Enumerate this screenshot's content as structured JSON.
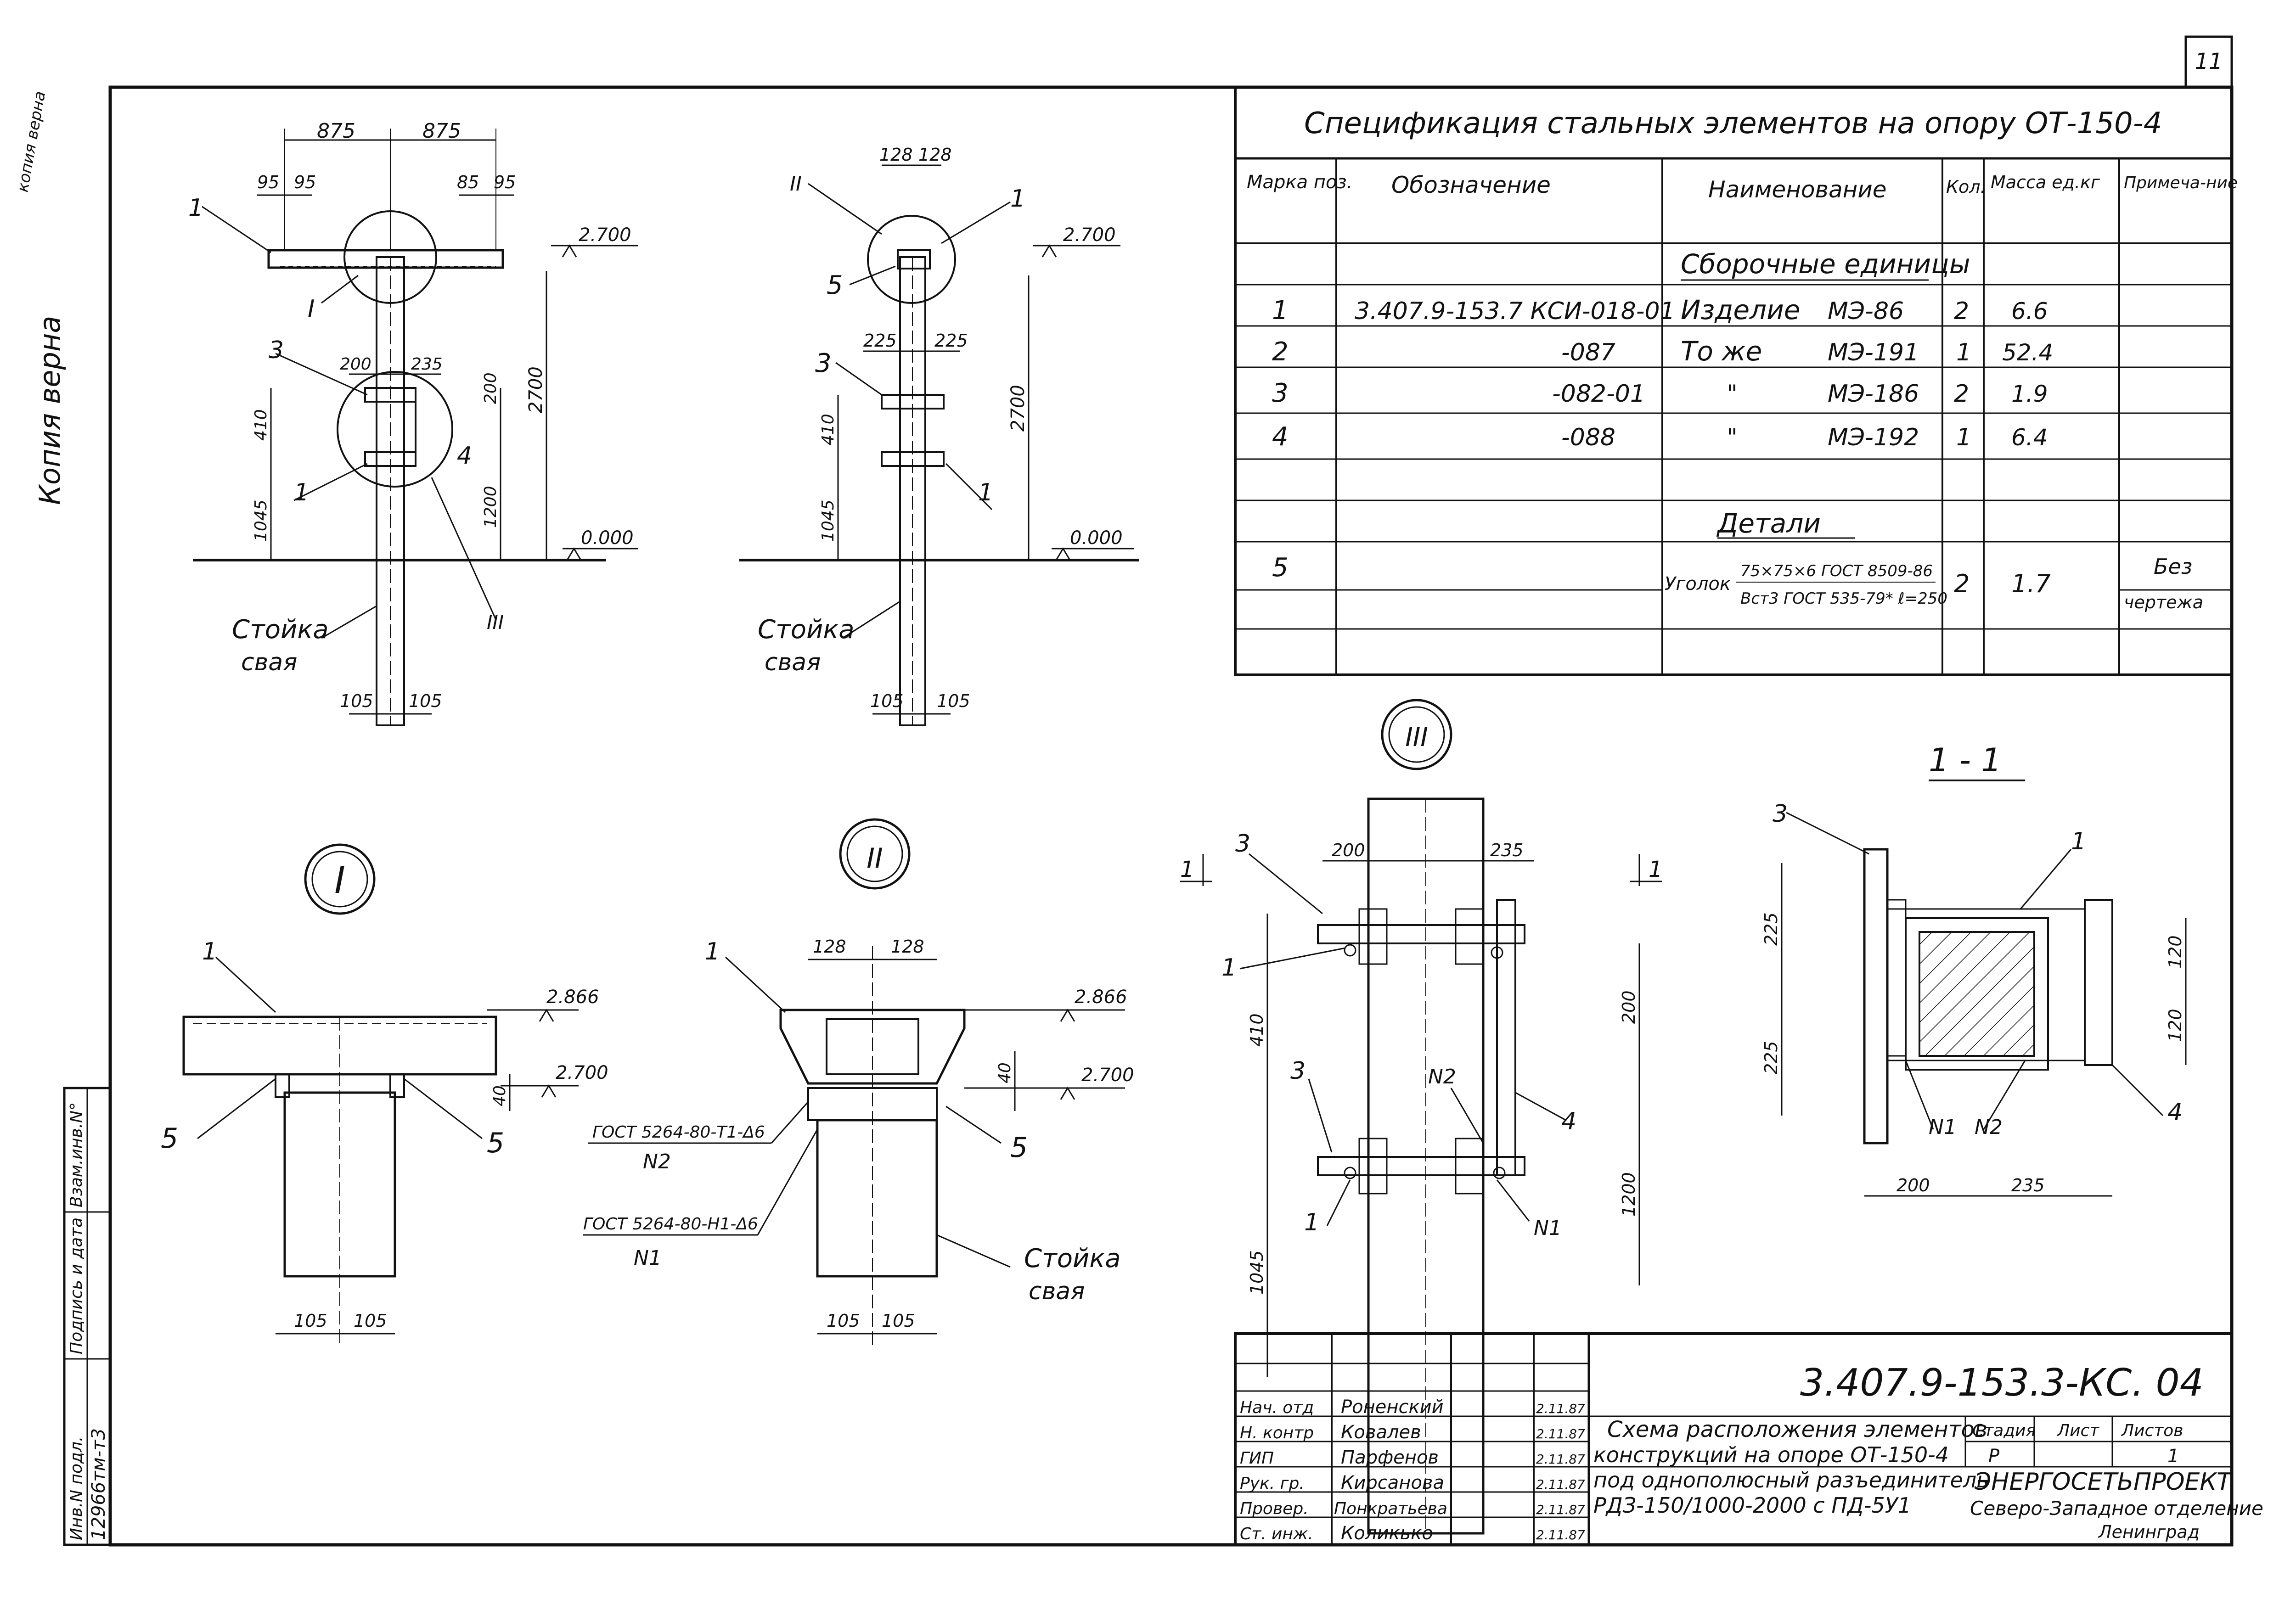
{
  "sheet": {
    "number": "11",
    "stamp_lines": [
      "копия верна",
      "Копия верна"
    ]
  },
  "spec_table": {
    "title": "Спецификация стальных элементов на опору ОТ-150-4",
    "headers": [
      "Марка поз.",
      "Обозначение",
      "Наименование",
      "Кол.",
      "Масса ед.кг",
      "Примеча-ние"
    ],
    "group_assembly": "Сборочные единицы",
    "group_details": "Детали",
    "rows": [
      {
        "pos": "1",
        "designation": "3.407.9-153.7 КСИ-018-01",
        "name": "Изделие",
        "mark": "МЭ-86",
        "qty": "2",
        "mass": "6.6",
        "note": ""
      },
      {
        "pos": "2",
        "designation": "-087",
        "name": "То же",
        "mark": "МЭ-191",
        "qty": "1",
        "mass": "52.4",
        "note": ""
      },
      {
        "pos": "3",
        "designation": "-082-01",
        "name": "\"",
        "mark": "МЭ-186",
        "qty": "2",
        "mass": "1.9",
        "note": ""
      },
      {
        "pos": "4",
        "designation": "-088",
        "name": "\"",
        "mark": "МЭ-192",
        "qty": "1",
        "mass": "6.4",
        "note": ""
      }
    ],
    "detail_row": {
      "pos": "5",
      "name_prefix": "Уголок",
      "name_top": "75×75×6 ГОСТ 8509-86",
      "name_bottom": "Вст3 ГОСТ 535-79* ℓ=250",
      "qty": "2",
      "mass": "1.7",
      "note_top": "Без",
      "note_bottom": "чертежа"
    }
  },
  "view_main": {
    "dims_top": [
      "875",
      "875"
    ],
    "dims_small": [
      "95",
      "95",
      "85",
      "95"
    ],
    "dims_mid": [
      "200",
      "235"
    ],
    "elev_top": "2.700",
    "elev_ground": "0.000",
    "height": "2700",
    "d410": "410",
    "d1045": "1045",
    "d200": "200",
    "d1200": "1200",
    "dims_bottom": [
      "105",
      "105"
    ],
    "callouts": [
      "1",
      "I",
      "3",
      "1",
      "4",
      "III"
    ],
    "pile_label_1": "Стойка",
    "pile_label_2": "свая"
  },
  "view_side": {
    "dims_top": [
      "128",
      "128"
    ],
    "dims_mid": [
      "225",
      "225"
    ],
    "elev_top": "2.700",
    "elev_ground": "0.000",
    "height": "2700",
    "d410": "410",
    "d1045": "1045",
    "dims_bottom": [
      "105",
      "105"
    ],
    "callouts": [
      "II",
      "1",
      "5",
      "3",
      "1"
    ],
    "pile_label_1": "Стойка",
    "pile_label_2": "свая"
  },
  "node_I": {
    "label": "I",
    "callout_1": "1",
    "callout_5a": "5",
    "callout_5b": "5",
    "elev_1": "2.866",
    "elev_2": "2.700",
    "d40": "40",
    "dims_bottom": [
      "105",
      "105"
    ]
  },
  "node_II": {
    "label": "II",
    "callout_1": "1",
    "callout_5": "5",
    "dims_top": [
      "128",
      "128"
    ],
    "elev_1": "2.866",
    "elev_2": "2.700",
    "d40": "40",
    "weld_1": "ГОСТ 5264-80-Т1-Δ6",
    "weld_1_no": "N2",
    "weld_2": "ГОСТ 5264-80-Н1-Δ6",
    "weld_2_no": "N1",
    "dims_bottom": [
      "105",
      "105"
    ],
    "pile_label_1": "Стойка",
    "pile_label_2": "свая"
  },
  "node_III": {
    "label": "III",
    "dims_top": [
      "200",
      "235"
    ],
    "section_mark": "1",
    "d410": "410",
    "d1045": "1045",
    "d200": "200",
    "d1200": "1200",
    "callouts": [
      "3",
      "1",
      "3",
      "1",
      "4",
      "N2",
      "N1"
    ]
  },
  "section_1_1": {
    "label": "1 - 1",
    "callouts": [
      "3",
      "1",
      "4",
      "N1",
      "N2"
    ],
    "dims_left": [
      "225",
      "225"
    ],
    "dims_right": [
      "120",
      "120"
    ],
    "dims_bottom": [
      "200",
      "235"
    ]
  },
  "left_margin": {
    "cells": [
      "Инв.N подл.",
      "Подпись и дата",
      "Взам.инв.N°"
    ],
    "inv_value": "12966тм-т3"
  },
  "title_block": {
    "code": "3.407.9-153.3-КС. 04",
    "roles": [
      "Нач. отд",
      "Н. контр",
      "ГИП",
      "Рук. гр.",
      "Провер.",
      "Ст. инж."
    ],
    "names": [
      "Роненский",
      "Ковалев",
      "Парфенов",
      "Кирсанова",
      "Понкратьева",
      "Коликько"
    ],
    "dates": [
      "2.11.87",
      "2.11.87",
      "2.11.87",
      "2.11.87",
      "2.11.87",
      "2.11.87"
    ],
    "description": [
      "Схема расположения элементов",
      "конструкций на опоре ОТ-150-4",
      "под однополюсный разъединитель",
      "РДЗ-150/1000-2000 с ПД-5У1"
    ],
    "stage_label": "Стадия",
    "stage_value": "Р",
    "sheet_label": "Лист",
    "sheet_value": "",
    "sheets_label": "Листов",
    "sheets_value": "1",
    "org": [
      "ЭНЕРГОСЕТЬПРОЕКТ",
      "Северо-Западное отделение",
      "Ленинград"
    ]
  }
}
